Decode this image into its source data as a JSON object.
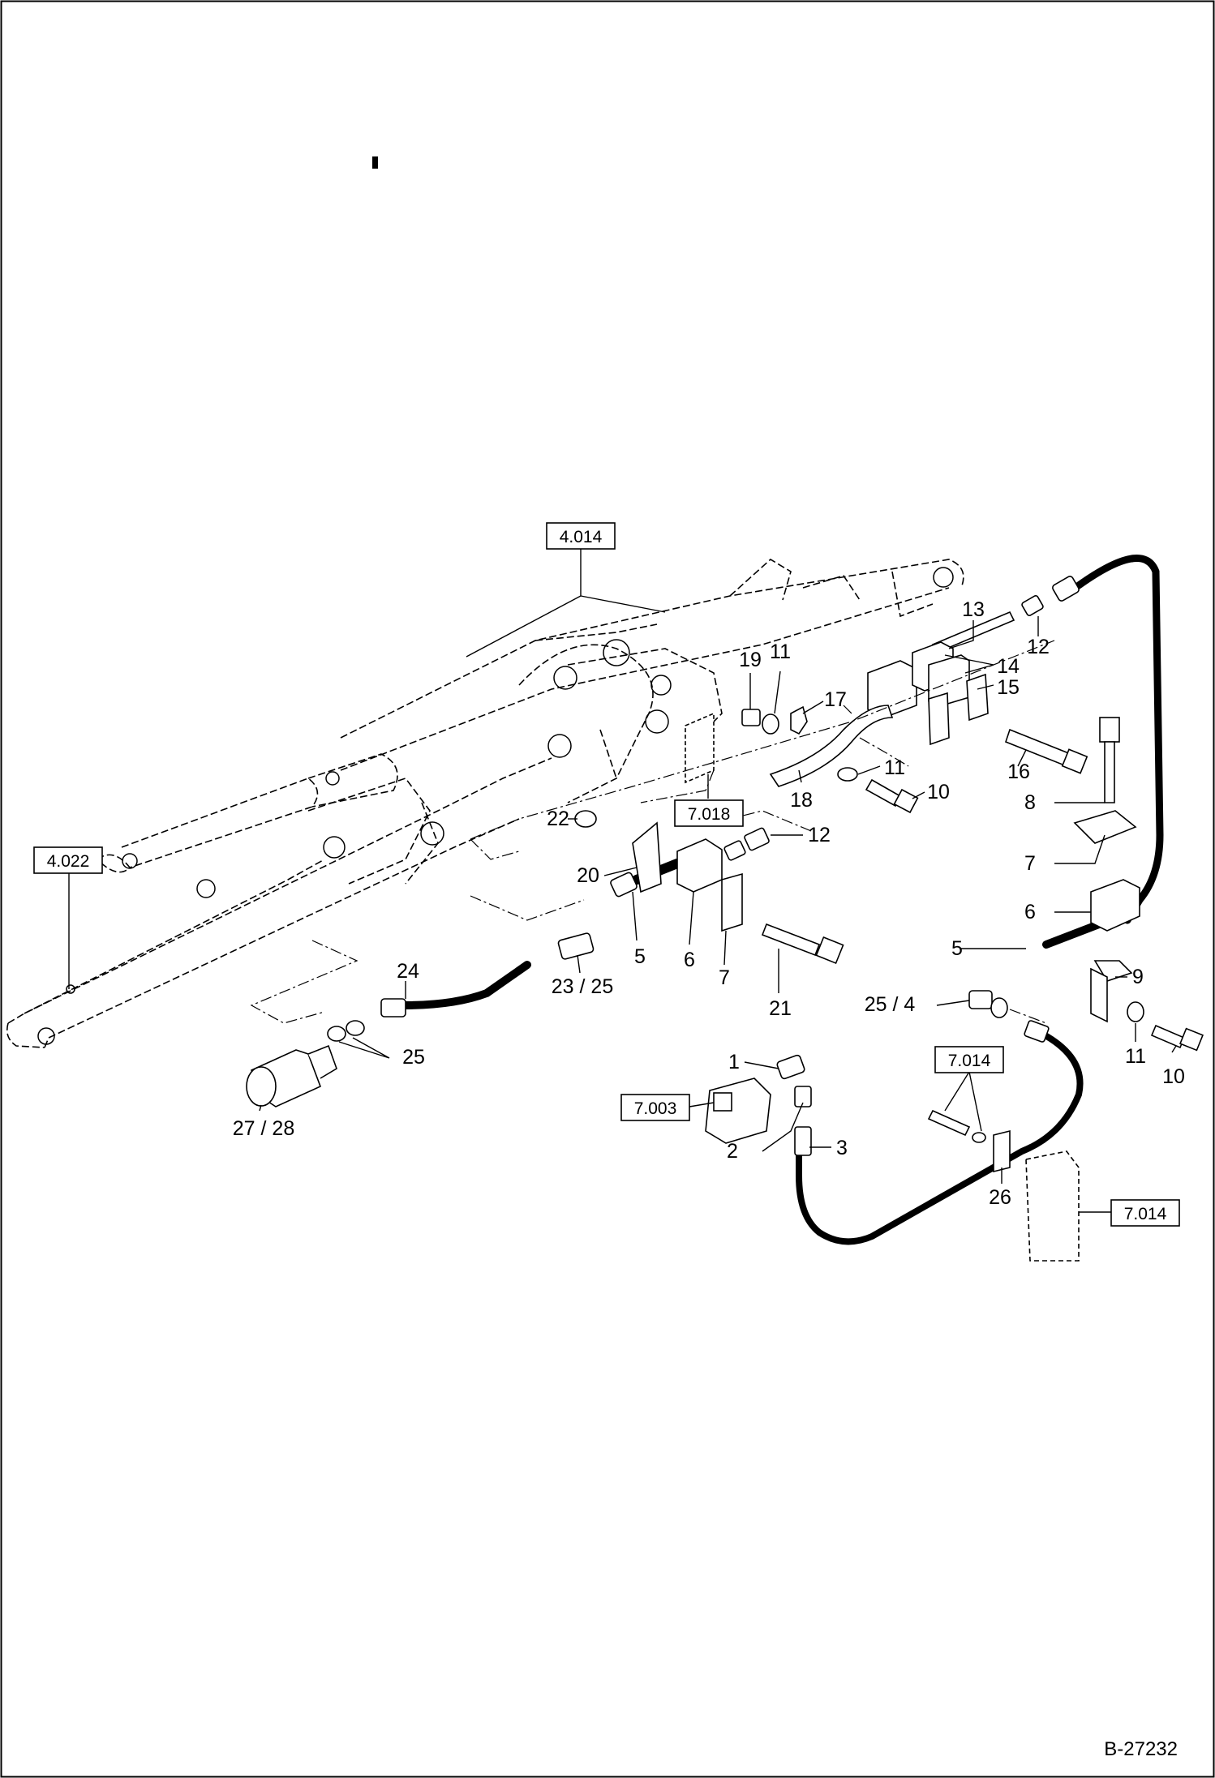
{
  "drawing_number": "B-27232",
  "reference_boxes": [
    {
      "id": "ref-4014",
      "text": "4.014"
    },
    {
      "id": "ref-4022",
      "text": "4.022"
    },
    {
      "id": "ref-7018",
      "text": "7.018"
    },
    {
      "id": "ref-7003",
      "text": "7.003"
    },
    {
      "id": "ref-7014-a",
      "text": "7.014"
    },
    {
      "id": "ref-7014-b",
      "text": "7.014"
    }
  ],
  "part_labels": [
    {
      "id": "p13",
      "text": "13"
    },
    {
      "id": "p12a",
      "text": "12"
    },
    {
      "id": "p14",
      "text": "14"
    },
    {
      "id": "p15",
      "text": "15"
    },
    {
      "id": "p19",
      "text": "19"
    },
    {
      "id": "p11a",
      "text": "11"
    },
    {
      "id": "p17",
      "text": "17"
    },
    {
      "id": "p11b",
      "text": "11"
    },
    {
      "id": "p10a",
      "text": "10"
    },
    {
      "id": "p16",
      "text": "16"
    },
    {
      "id": "p18",
      "text": "18"
    },
    {
      "id": "p8",
      "text": "8"
    },
    {
      "id": "p22",
      "text": "22"
    },
    {
      "id": "p12b",
      "text": "12"
    },
    {
      "id": "p20",
      "text": "20"
    },
    {
      "id": "p7a",
      "text": "7"
    },
    {
      "id": "p6a",
      "text": "6"
    },
    {
      "id": "p5a",
      "text": "5"
    },
    {
      "id": "p6b",
      "text": "6"
    },
    {
      "id": "p7b",
      "text": "7"
    },
    {
      "id": "p24",
      "text": "24"
    },
    {
      "id": "p23-25",
      "text": "23 / 25"
    },
    {
      "id": "p21",
      "text": "21"
    },
    {
      "id": "p5b",
      "text": "5"
    },
    {
      "id": "p9",
      "text": "9"
    },
    {
      "id": "p25-4",
      "text": "25 / 4"
    },
    {
      "id": "p25",
      "text": "25"
    },
    {
      "id": "p11c",
      "text": "11"
    },
    {
      "id": "p10b",
      "text": "10"
    },
    {
      "id": "p1",
      "text": "1"
    },
    {
      "id": "p27-28",
      "text": "27 / 28"
    },
    {
      "id": "p2",
      "text": "2"
    },
    {
      "id": "p3",
      "text": "3"
    },
    {
      "id": "p26",
      "text": "26"
    }
  ]
}
